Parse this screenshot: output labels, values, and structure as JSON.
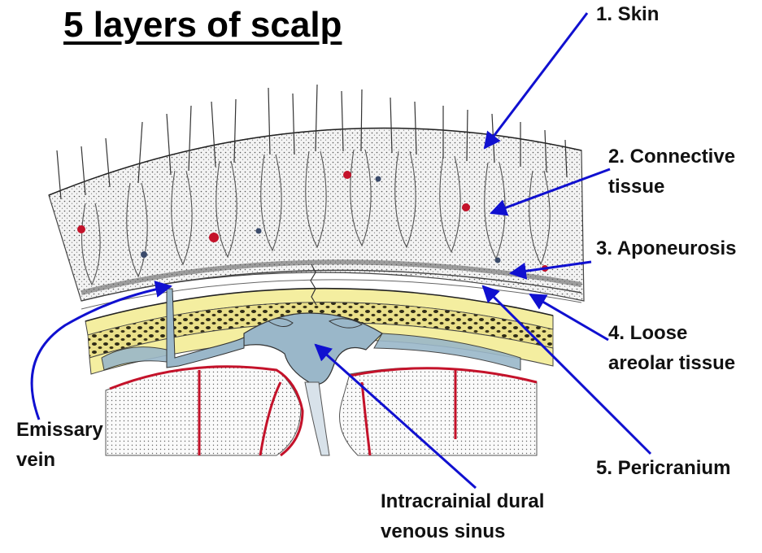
{
  "title": "5 layers of scalp",
  "labels": {
    "skin": "1. Skin",
    "connective_1": "2. Connective",
    "connective_2": "tissue",
    "aponeurosis": "3. Aponeurosis",
    "loose_1": "4. Loose",
    "loose_2": "areolar tissue",
    "pericranium": "5. Pericranium",
    "emissary_1": "Emissary",
    "emissary_2": "vein",
    "sinus_1": "Intracrainial dural",
    "sinus_2": "venous sinus"
  },
  "colors": {
    "arrow": "#1010d0",
    "bone_yellow": "#f4eea0",
    "sinus_blue": "#9ab7c9",
    "vessel_red": "#c4122a",
    "skin_stipple": "#ececec"
  }
}
